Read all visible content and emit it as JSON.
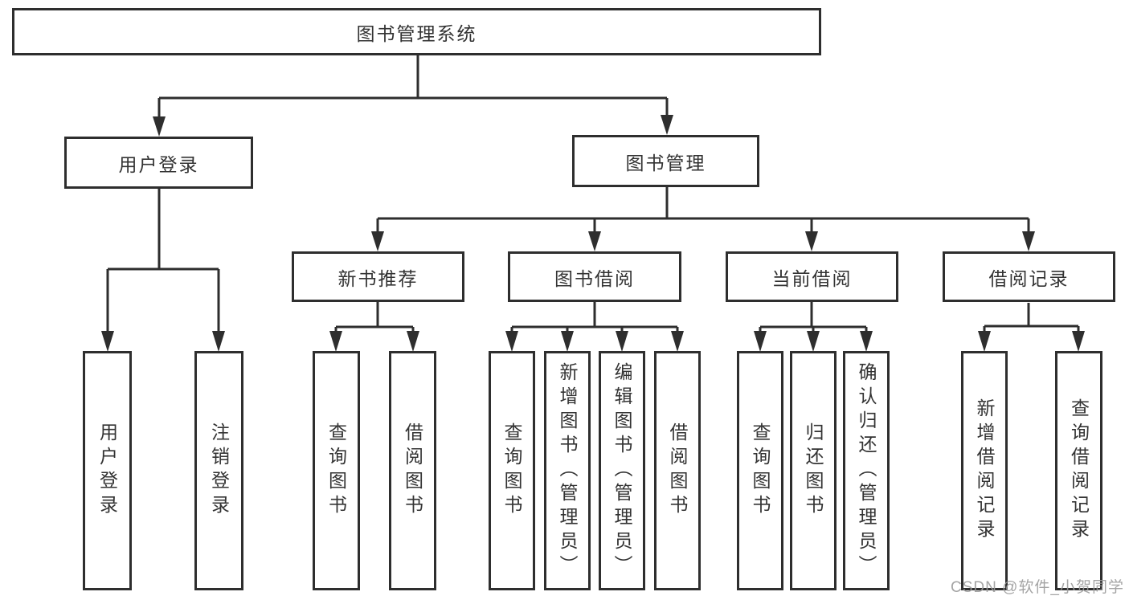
{
  "tree": {
    "root": {
      "label": "图书管理系统"
    },
    "level2": [
      {
        "label": "用户登录",
        "children": [
          {
            "label": "用户登录"
          },
          {
            "label": "注销登录"
          }
        ]
      },
      {
        "label": "图书管理",
        "children": [
          {
            "label": "新书推荐",
            "children": [
              {
                "label": "查询图书"
              },
              {
                "label": "借阅图书"
              }
            ]
          },
          {
            "label": "图书借阅",
            "children": [
              {
                "label": "查询图书"
              },
              {
                "label": "新增图书（管理员）"
              },
              {
                "label": "编辑图书（管理员）"
              },
              {
                "label": "借阅图书"
              }
            ]
          },
          {
            "label": "当前借阅",
            "children": [
              {
                "label": "查询图书"
              },
              {
                "label": "归还图书"
              },
              {
                "label": "确认归还（管理员）"
              }
            ]
          },
          {
            "label": "借阅记录",
            "children": [
              {
                "label": "新增借阅记录"
              },
              {
                "label": "查询借阅记录"
              }
            ]
          }
        ]
      }
    ]
  },
  "watermark": {
    "text": "CSDN @软件_小贺同学"
  },
  "colors": {
    "line": "#2e2e2e",
    "text": "#333333",
    "watermark": "#9b9b9b",
    "background": "#ffffff"
  }
}
